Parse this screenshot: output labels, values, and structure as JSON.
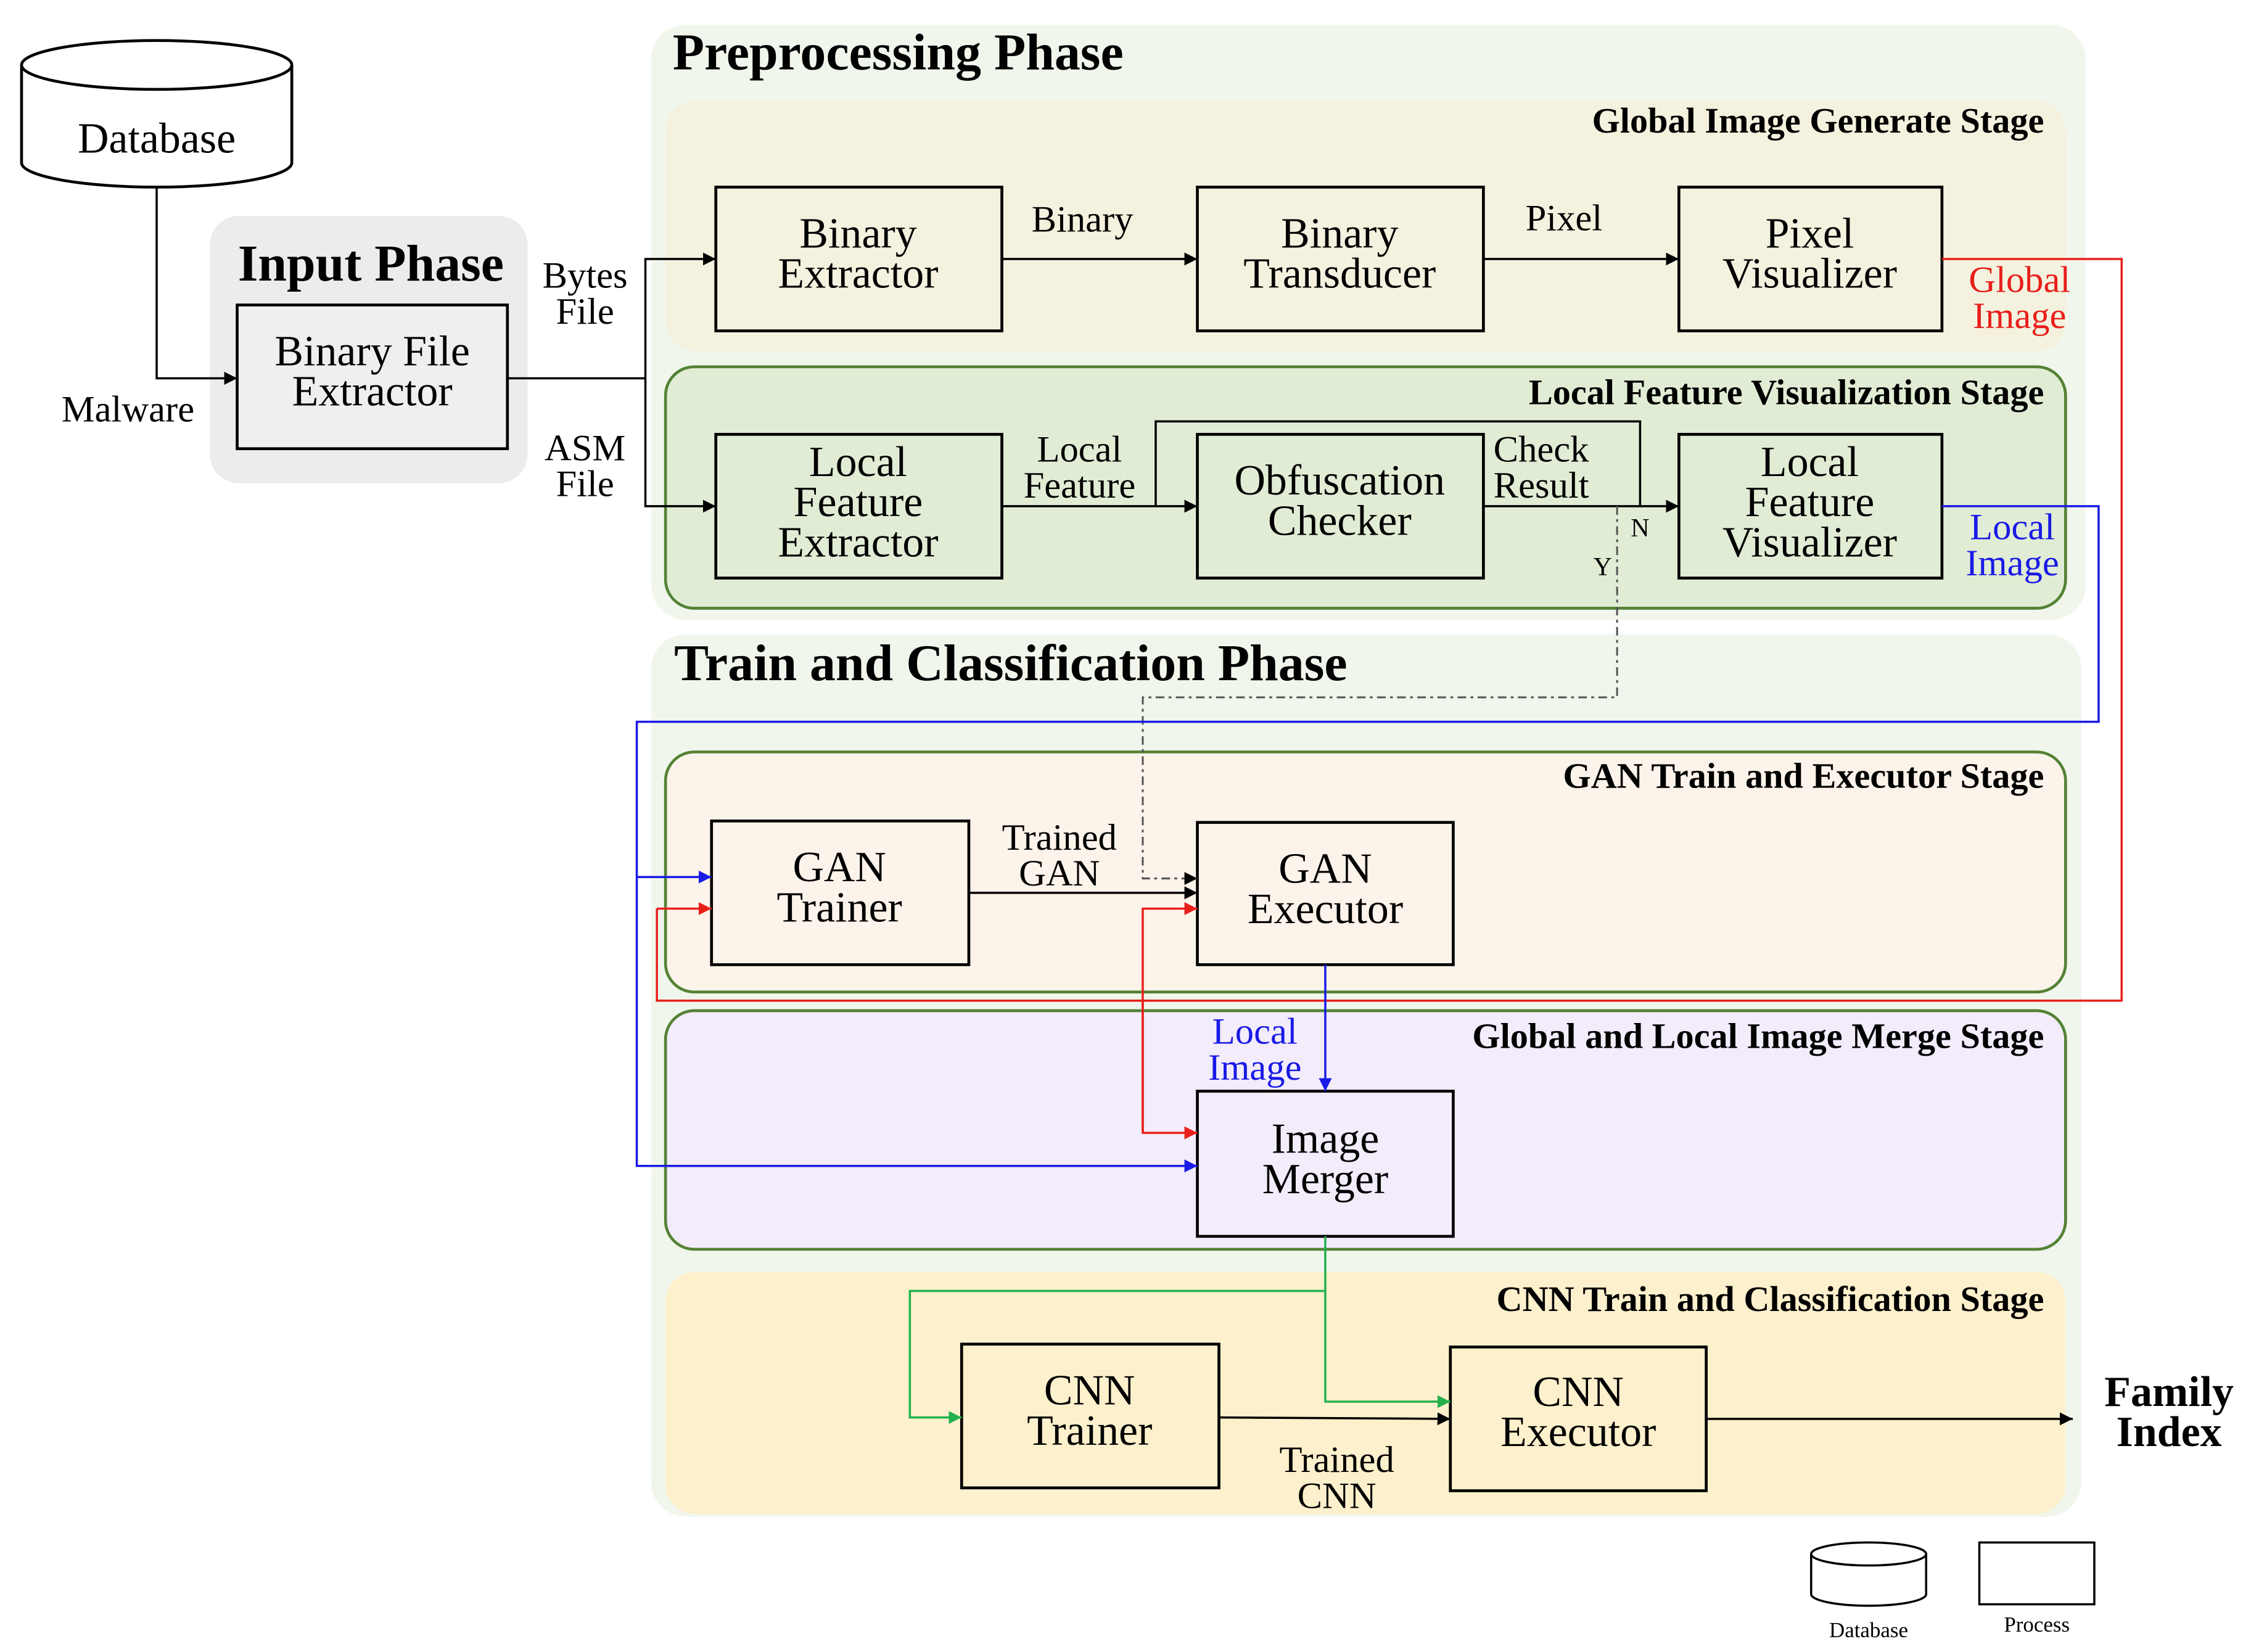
{
  "database": {
    "label": "Database"
  },
  "input_phase": {
    "title": "Input Phase",
    "extractor_label": [
      "Binary File",
      "Extractor"
    ],
    "malware_label": "Malware",
    "bytes_file_label": [
      "Bytes",
      "File"
    ],
    "asm_file_label": [
      "ASM",
      "File"
    ]
  },
  "preprocessing_phase": {
    "title": "Preprocessing Phase",
    "global_stage": {
      "title": "Global Image Generate Stage",
      "binary_extractor": [
        "Binary",
        "Extractor"
      ],
      "binary_transducer": [
        "Binary",
        "Transducer"
      ],
      "pixel_visualizer": [
        "Pixel",
        "Visualizer"
      ],
      "binary_edge": "Binary",
      "pixel_edge": "Pixel",
      "output_label": [
        "Global",
        "Image"
      ]
    },
    "local_stage": {
      "title": "Local Feature Visualization Stage",
      "local_feature_extractor": [
        "Local",
        "Feature",
        "Extractor"
      ],
      "obfuscation_checker": [
        "Obfuscation",
        "Checker"
      ],
      "local_feature_visualizer": [
        "Local",
        "Feature",
        "Visualizer"
      ],
      "local_feature_edge": [
        "Local",
        "Feature"
      ],
      "check_result_edge": [
        "Check",
        "Result"
      ],
      "no_label": "N",
      "yes_label": "Y",
      "output_label": [
        "Local",
        "Image"
      ]
    }
  },
  "train_phase": {
    "title": "Train and Classification Phase",
    "gan_stage": {
      "title": "GAN Train and Executor Stage",
      "gan_trainer": [
        "GAN",
        "Trainer"
      ],
      "gan_executor": [
        "GAN",
        "Executor"
      ],
      "trained_gan_edge": [
        "Trained",
        "GAN"
      ]
    },
    "merge_stage": {
      "title": "Global and Local Image Merge Stage",
      "image_merger": [
        "Image",
        "Merger"
      ],
      "local_image_edge": [
        "Local",
        "Image"
      ]
    },
    "cnn_stage": {
      "title": "CNN Train and Classification Stage",
      "cnn_trainer": [
        "CNN",
        "Trainer"
      ],
      "cnn_executor": [
        "CNN",
        "Executor"
      ],
      "trained_cnn_edge": [
        "Trained",
        "CNN"
      ]
    },
    "output_label": [
      "Family",
      "Index"
    ]
  },
  "legend": {
    "database_label": "Database",
    "process_label": "Process"
  },
  "colors": {
    "global_flow": "#e8201c",
    "local_flow": "#1a1ae6",
    "merge_flow": "#22b14c",
    "yes_flow": "#555555",
    "phase_bg": "#f1f6ec",
    "input_phase_bg": "#ececec",
    "global_stage_bg": "#f4f2df",
    "local_stage_bg": "#e1ecd5",
    "gan_stage_bg": "#fcf3ea",
    "merge_stage_bg": "#f2ecfb",
    "cnn_stage_bg": "#fdf0cc",
    "stage_border": "#548235"
  }
}
